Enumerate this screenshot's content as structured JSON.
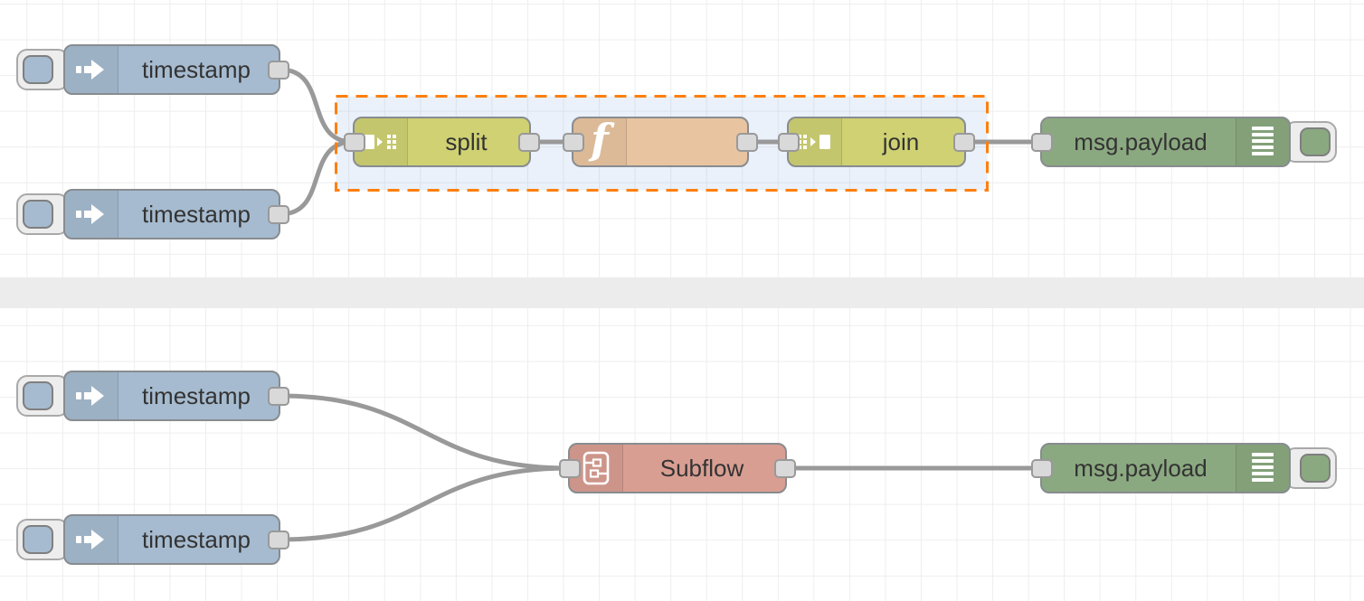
{
  "app": "Node-RED flow editor canvas",
  "canvas": {
    "background_color": "#ffffff",
    "grid_color": "#eeeeee",
    "divider_color": "#ececec",
    "wire_color": "#999999",
    "selection_box": {
      "border_color": "#ff7f0e",
      "border_style": "dashed",
      "fill_color": "rgba(80,140,215,0.12)"
    }
  },
  "node_colors": {
    "inject": "#a6bbcf",
    "split_join": "#cfd173",
    "function": "#e8c4a0",
    "debug": "#8ba980",
    "subflow": "#d99e92"
  },
  "nodes": [
    {
      "id": "inject-top-1",
      "type": "inject",
      "label": "timestamp",
      "icon": "inject-arrow-icon",
      "has_button": true
    },
    {
      "id": "inject-top-2",
      "type": "inject",
      "label": "timestamp",
      "icon": "inject-arrow-icon",
      "has_button": true
    },
    {
      "id": "split",
      "type": "split",
      "label": "split",
      "icon": "split-icon",
      "selected_group": true
    },
    {
      "id": "function",
      "type": "function",
      "label": "",
      "icon": "function-f-icon",
      "selected_group": true
    },
    {
      "id": "join",
      "type": "join",
      "label": "join",
      "icon": "join-icon",
      "selected_group": true
    },
    {
      "id": "debug-top",
      "type": "debug",
      "label": "msg.payload",
      "icon": "debug-list-icon",
      "has_button": true
    },
    {
      "id": "inject-bottom-1",
      "type": "inject",
      "label": "timestamp",
      "icon": "inject-arrow-icon",
      "has_button": true
    },
    {
      "id": "inject-bottom-2",
      "type": "inject",
      "label": "timestamp",
      "icon": "inject-arrow-icon",
      "has_button": true
    },
    {
      "id": "subflow",
      "type": "subflow",
      "label": "Subflow",
      "icon": "subflow-icon"
    },
    {
      "id": "debug-bottom",
      "type": "debug",
      "label": "msg.payload",
      "icon": "debug-list-icon",
      "has_button": true
    }
  ],
  "wires": [
    {
      "from": "inject-top-1",
      "to": "split"
    },
    {
      "from": "inject-top-2",
      "to": "split"
    },
    {
      "from": "split",
      "to": "function"
    },
    {
      "from": "function",
      "to": "join"
    },
    {
      "from": "join",
      "to": "debug-top"
    },
    {
      "from": "inject-bottom-1",
      "to": "subflow"
    },
    {
      "from": "inject-bottom-2",
      "to": "subflow"
    },
    {
      "from": "subflow",
      "to": "debug-bottom"
    }
  ]
}
